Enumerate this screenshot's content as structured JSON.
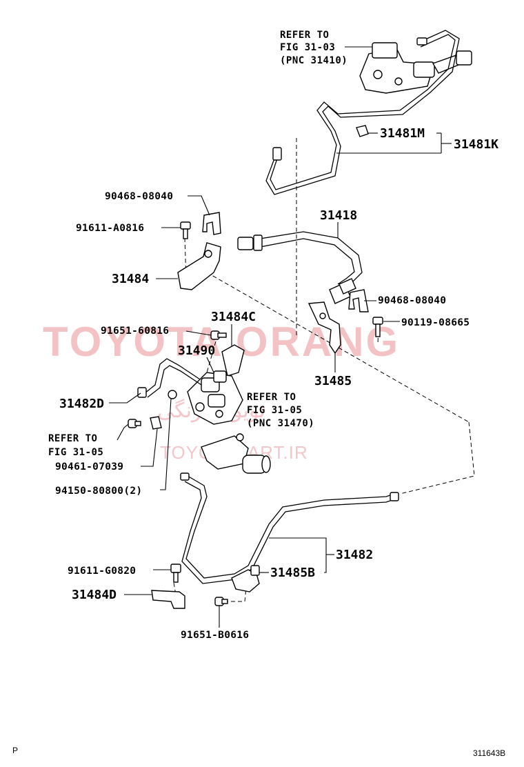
{
  "watermark": {
    "main": "TOYOTA ORANG",
    "site": "TOYOTAPART.IR",
    "persian": "تویوتا نارنگی"
  },
  "references": {
    "top": [
      "REFER TO",
      "FIG 31-03",
      "(PNC 31410)"
    ],
    "middle": [
      "REFER TO",
      "FIG 31-05",
      "(PNC 31470)"
    ],
    "left": [
      "REFER TO",
      "FIG 31-05"
    ]
  },
  "labels": {
    "p31481M": "31481M",
    "p31481K": "31481K",
    "p90468_top": "90468-08040",
    "p91611_A0816": "91611-A0816",
    "p31418": "31418",
    "p31484": "31484",
    "p90468_right": "90468-08040",
    "p31484C": "31484C",
    "p91651_60816": "91651-60816",
    "p90119_08665": "90119-08665",
    "p31490": "31490",
    "p31485": "31485",
    "p31482D": "31482D",
    "p90461_07039": "90461-07039",
    "p94150_80800": "94150-80800(2)",
    "p31482": "31482",
    "p91611_G0820": "91611-G0820",
    "p31485B": "31485B",
    "p31484D": "31484D",
    "p91651_B0616": "91651-B0616"
  },
  "footer": {
    "left": "P",
    "right": "311643B"
  }
}
